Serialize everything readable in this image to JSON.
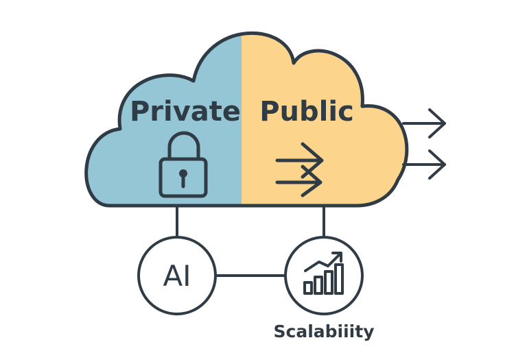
{
  "diagram": {
    "private_label": "Private",
    "public_label": "Public",
    "ai_label": "AI",
    "scalability_label": "Scalabiiity",
    "icons": {
      "private": "padlock-icon",
      "public": "double-arrow-right-icon",
      "outgoing": "arrow-right-icon",
      "scalability": "growth-bar-chart-icon"
    }
  },
  "colors": {
    "private_fill": "#95C6D6",
    "public_fill": "#FCD48C",
    "stroke": "#2F3B45",
    "background": "#FFFFFF"
  }
}
